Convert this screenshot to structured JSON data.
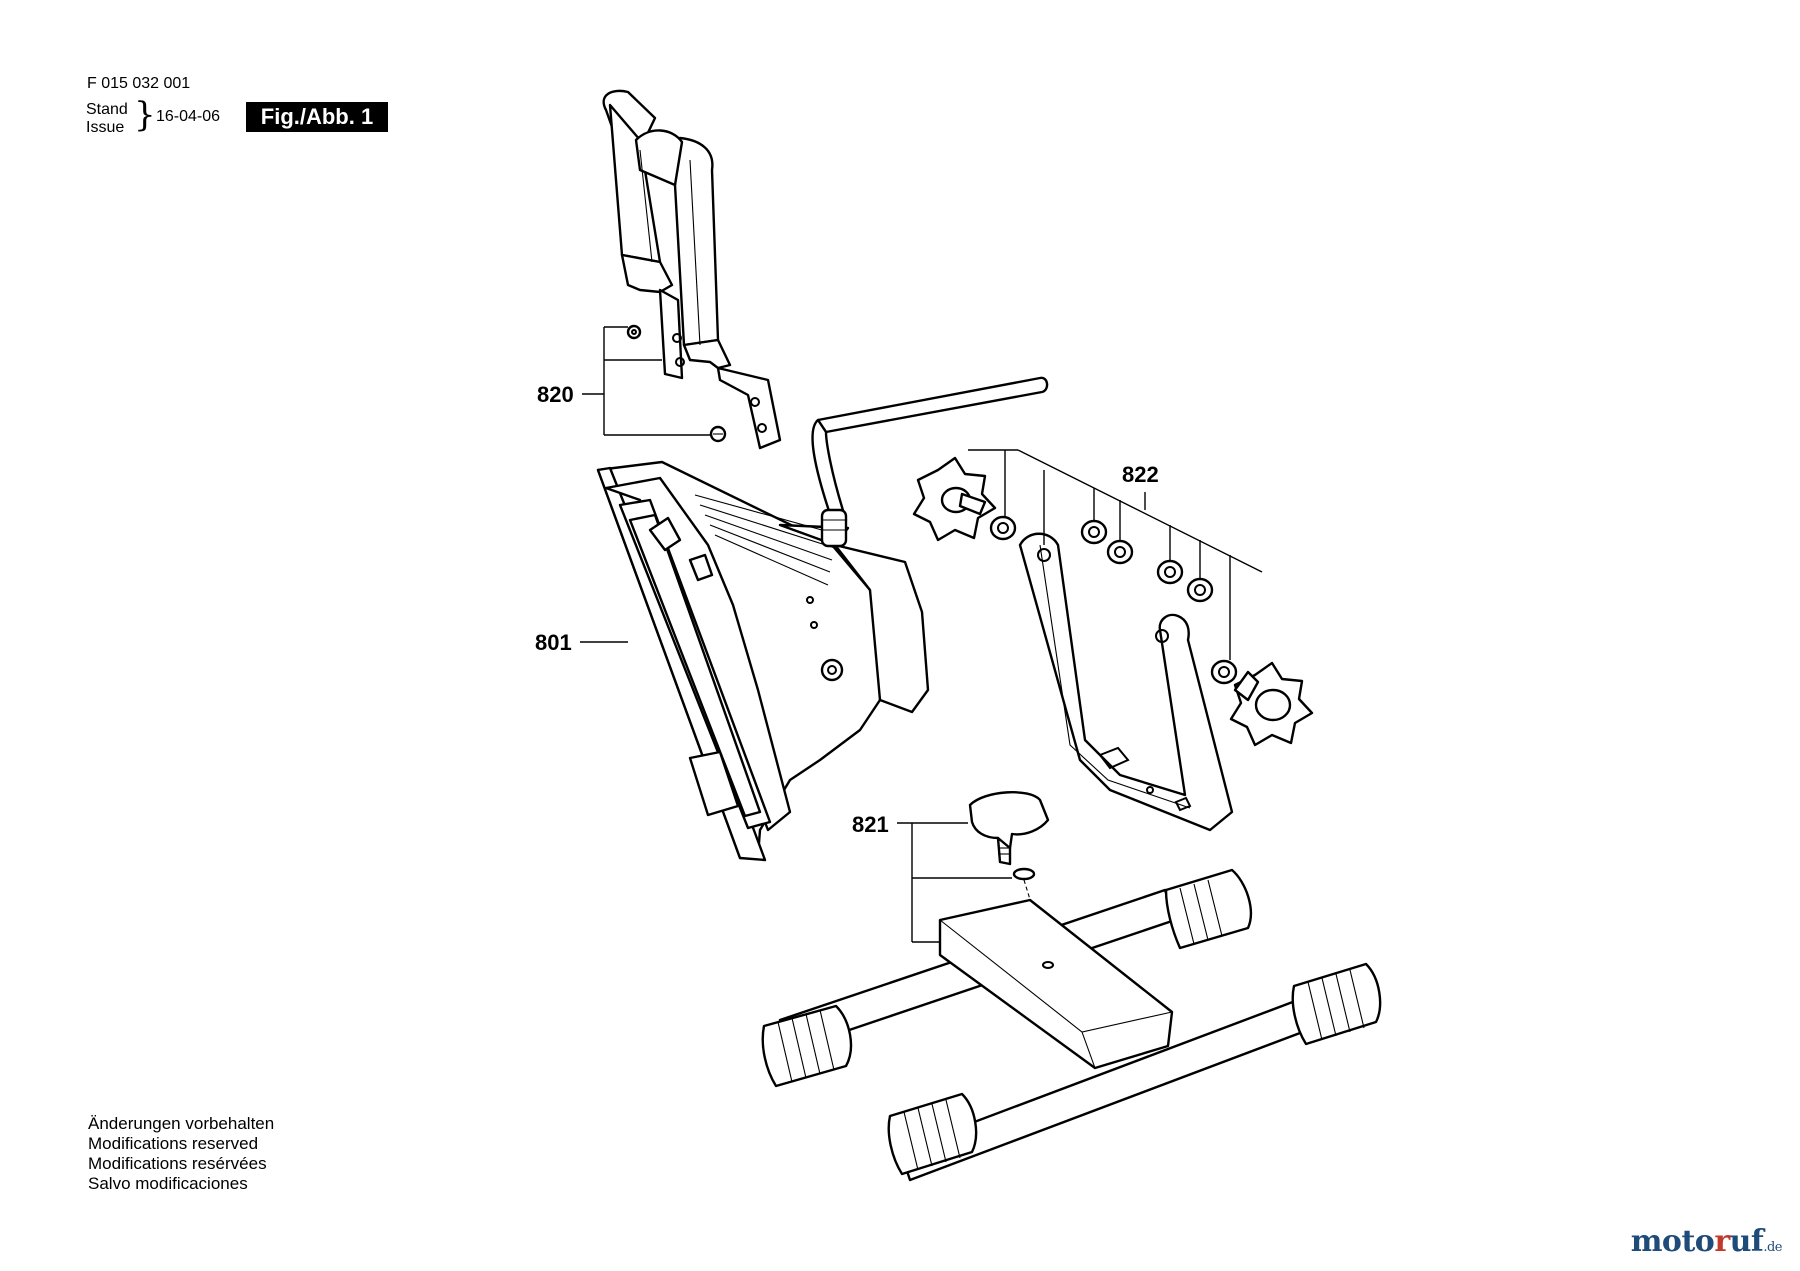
{
  "header": {
    "doc_code": "F 015 032 001",
    "stand_label": "Stand",
    "issue_label": "Issue",
    "date": "16-04-06",
    "figure_label": "Fig./Abb. 1"
  },
  "callouts": {
    "handle_screws": "820",
    "lamp_housing": "801",
    "bracket_knobs": "822",
    "stand_knob": "821"
  },
  "notes": [
    "Änderungen vorbehalten",
    "Modifications reserved",
    "Modifications resérvées",
    "Salvo modificaciones"
  ],
  "watermark": {
    "brand_a": "moto",
    "brand_r": "r",
    "brand_b": "uf",
    "tld": ".de",
    "color": "#1f4b7a",
    "accent": "#c0392b"
  }
}
